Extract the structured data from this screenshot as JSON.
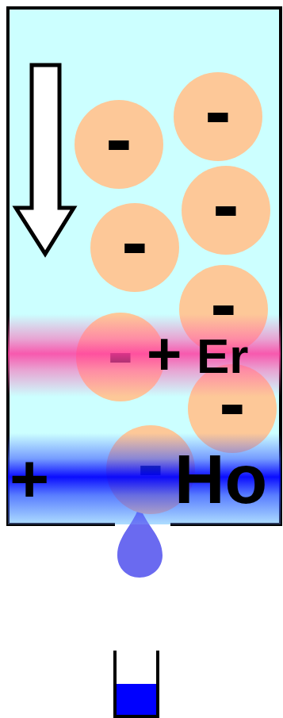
{
  "diagram": {
    "nodes": [
      {
        "text": [
          "-"
        ]
      },
      {
        "text": [
          "-"
        ]
      },
      {
        "text": [
          "-"
        ]
      },
      {
        "text": [
          "-"
        ]
      },
      {
        "text": [
          "-"
        ]
      },
      {
        "text": [
          "+",
          "Er"
        ]
      },
      {
        "text": [
          "-"
        ]
      },
      {
        "text": [
          "-"
        ]
      },
      {
        "text": [
          "+",
          "Ho"
        ]
      },
      {
        "text": [
          "-"
        ]
      }
    ]
  }
}
